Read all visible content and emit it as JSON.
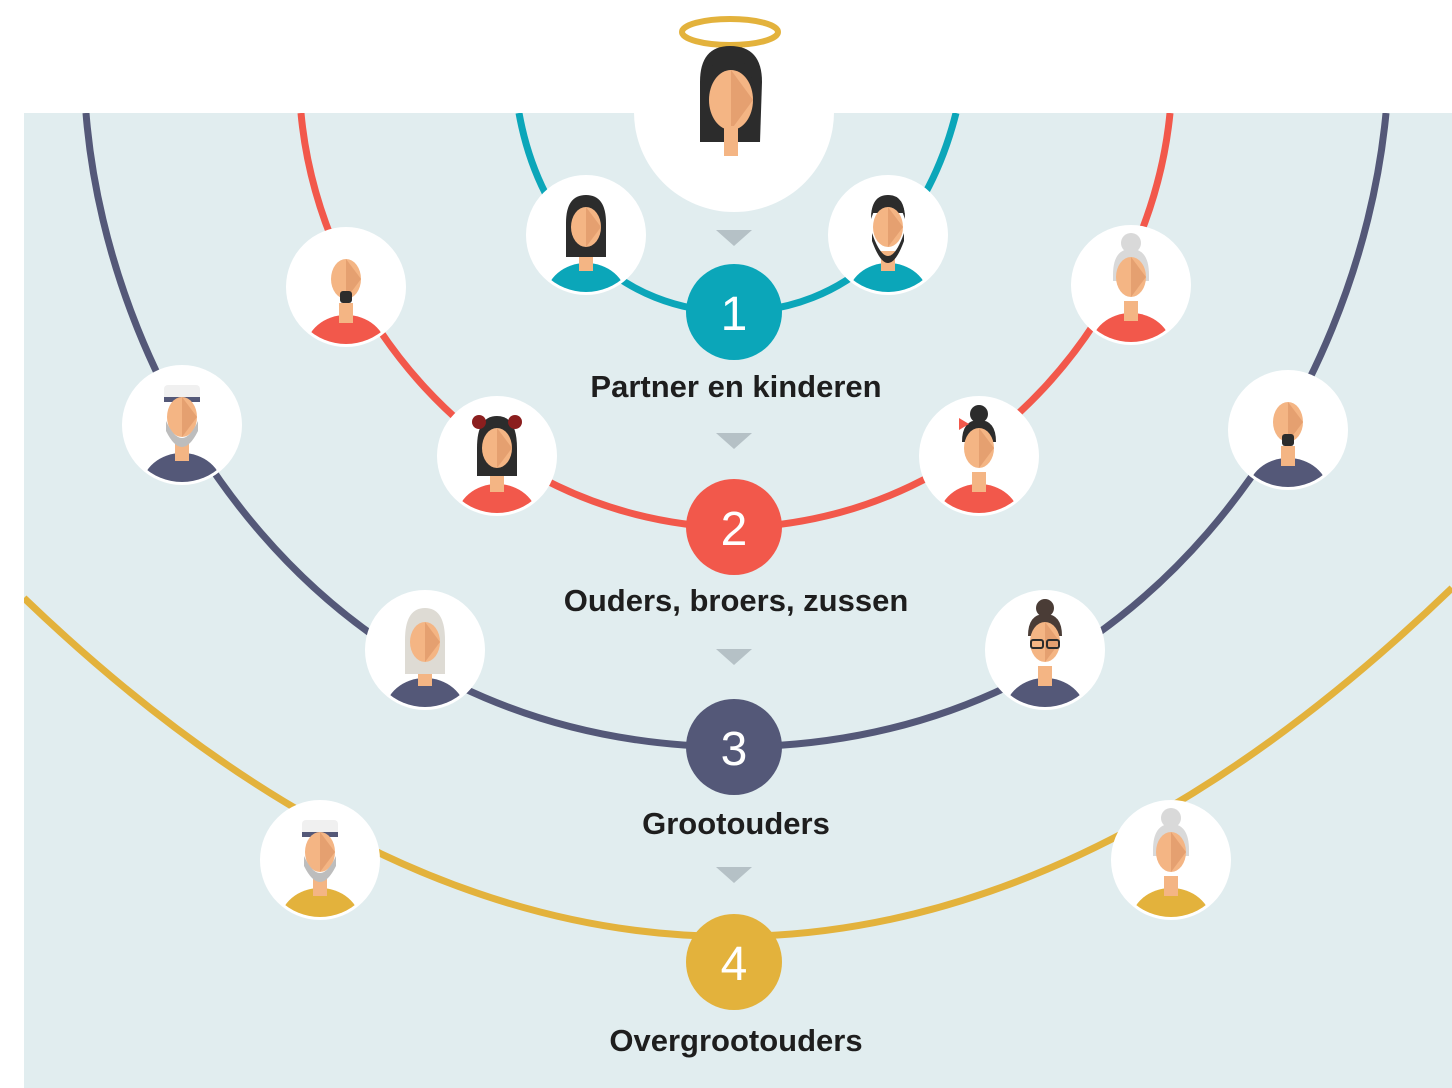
{
  "colors": {
    "background": "#e1edef",
    "ring1": "#0ba6b9",
    "ring2": "#f2584b",
    "ring3": "#545878",
    "ring4": "#e3b23c",
    "halo": "#e3b23c",
    "arrow": "#b5c1c6"
  },
  "center_person": {
    "icon": "deceased-woman-with-halo-icon"
  },
  "levels": [
    {
      "number": "1",
      "label": "Partner en kinderen",
      "color": "#0ba6b9",
      "people": [
        {
          "icon": "woman-long-hair-icon",
          "shirt": "#0ba6b9"
        },
        {
          "icon": "bearded-man-icon",
          "shirt": "#0ba6b9"
        }
      ]
    },
    {
      "number": "2",
      "label": "Ouders, broers, zussen",
      "color": "#f2584b",
      "people": [
        {
          "icon": "bald-goatee-man-icon",
          "shirt": "#f2584b"
        },
        {
          "icon": "grey-bun-woman-icon",
          "shirt": "#f2584b"
        },
        {
          "icon": "woman-pigtails-icon",
          "shirt": "#f2584b"
        },
        {
          "icon": "woman-bow-bun-icon",
          "shirt": "#f2584b"
        }
      ]
    },
    {
      "number": "3",
      "label": "Grootouders",
      "color": "#545878",
      "people": [
        {
          "icon": "sailor-old-man-icon",
          "shirt": "#545878"
        },
        {
          "icon": "bald-goatee-man-icon",
          "shirt": "#545878"
        },
        {
          "icon": "blonde-long-hair-woman-icon",
          "shirt": "#545878"
        },
        {
          "icon": "woman-glasses-bun-icon",
          "shirt": "#545878"
        }
      ]
    },
    {
      "number": "4",
      "label": "Overgrootouders",
      "color": "#e3b23c",
      "people": [
        {
          "icon": "sailor-old-man-icon",
          "shirt": "#e3b23c"
        },
        {
          "icon": "grey-bun-woman-icon",
          "shirt": "#e3b23c"
        }
      ]
    }
  ]
}
